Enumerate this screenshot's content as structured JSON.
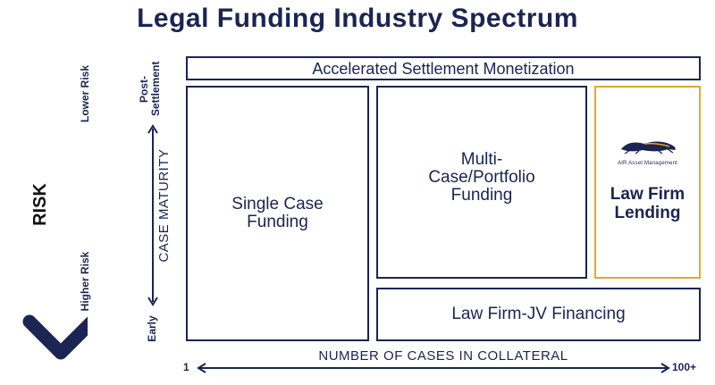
{
  "title": "Legal Funding Industry Spectrum",
  "risk": {
    "label": "RISK",
    "top_label": "Lower Risk",
    "bottom_label": "Higher Risk",
    "gradient_top": "#e6a72a",
    "gradient_bottom": "#1b2452"
  },
  "maturity": {
    "label": "CASE MATURITY",
    "top_label": "Post-Settlement",
    "top_line1": "Post-",
    "top_line2": "Settlement",
    "bottom_label": "Early"
  },
  "collateral": {
    "label": "NUMBER OF CASES IN COLLATERAL",
    "min_label": "1",
    "max_label": "100+"
  },
  "boxes": {
    "accelerated": "Accelerated Settlement Monetization",
    "single_line1": "Single Case",
    "single_line2": "Funding",
    "multi_line1": "Multi-",
    "multi_line2": "Case/Portfolio",
    "multi_line3": "Funding",
    "lawfirm_line1": "Law Firm",
    "lawfirm_line2": "Lending",
    "jv": "Law Firm-JV Financing"
  },
  "logo": {
    "text": "AIR Asset Management"
  },
  "colors": {
    "navy": "#1b2452",
    "gold": "#e6a72a"
  }
}
